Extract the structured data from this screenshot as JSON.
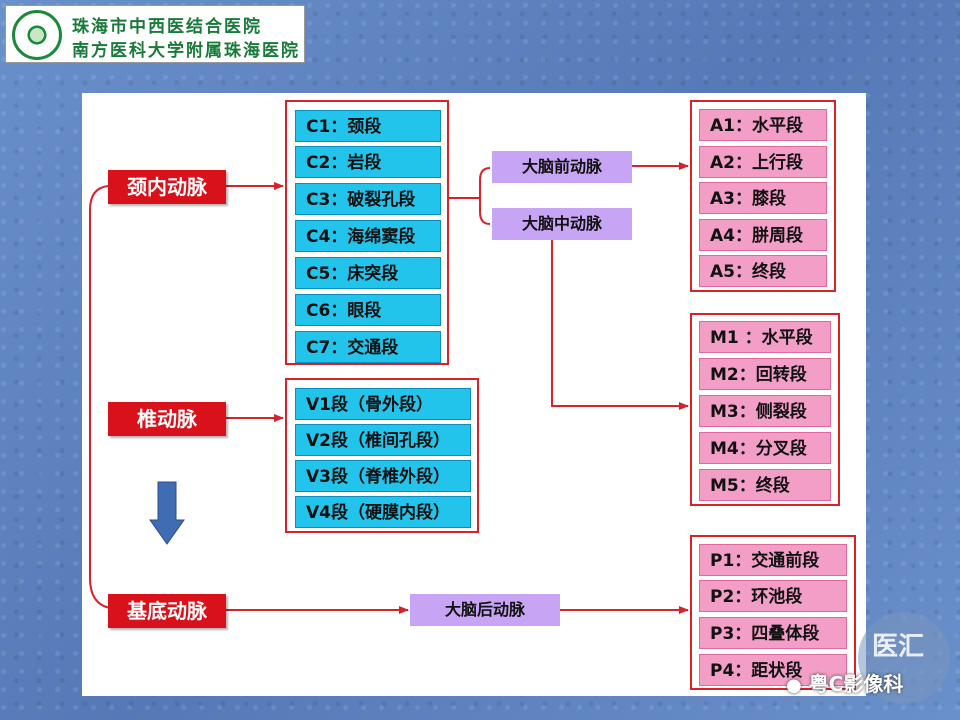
{
  "logo": {
    "line1": "珠海市中西医结合医院",
    "line2": "南方医科大学附属珠海医院"
  },
  "main_arteries": [
    {
      "label": "颈内动脉"
    },
    {
      "label": "椎动脉"
    },
    {
      "label": "基底动脉"
    }
  ],
  "ica_segments": [
    "C1：颈段",
    "C2：岩段",
    "C3：破裂孔段",
    "C4：海绵窦段",
    "C5：床突段",
    "C6：眼段",
    "C7：交通段"
  ],
  "vertebral_segments": [
    "V1段（骨外段）",
    "V2段（椎间孔段）",
    "V3段（脊椎外段）",
    "V4段（硬膜内段）"
  ],
  "branches": {
    "aca": "大脑前动脉",
    "mca": "大脑中动脉",
    "pca": "大脑后动脉"
  },
  "aca_segments": [
    "A1：水平段",
    "A2：上行段",
    "A3：膝段",
    "A4：胼周段",
    "A5：终段"
  ],
  "mca_segments": [
    "M1 ：水平段",
    "M2：回转段",
    "M3：侧裂段",
    "M4：分叉段",
    "M5：终段"
  ],
  "pca_segments": [
    "P1：交通前段",
    "P2：环池段",
    "P3：四叠体段",
    "P4：距状段"
  ],
  "watermark": {
    "brand": "医汇",
    "account": "粤C影像科"
  },
  "colors": {
    "segment_cyan": "#22c4ec",
    "segment_pink": "#f39ec6",
    "branch_lavender": "#c8a4f4",
    "artery_red": "#d8111a",
    "arrow_blue": "#3f6db3"
  }
}
